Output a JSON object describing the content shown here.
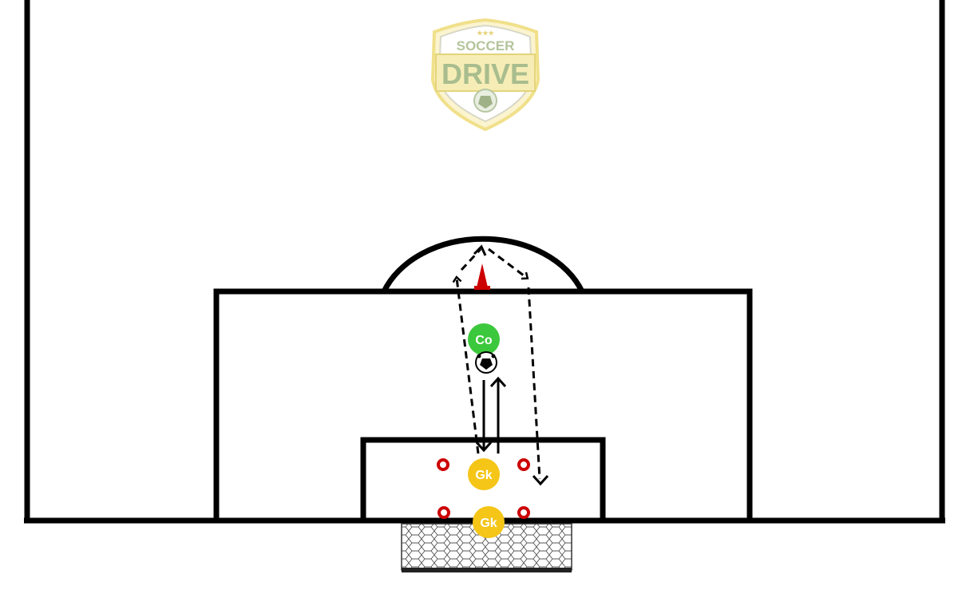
{
  "logo": {
    "line1": "SOCCER",
    "line2": "DRIVE",
    "stars": "★★★",
    "colors": {
      "shield": "#f3e7a6",
      "text": "#b9c9a4",
      "outline": "#d7d7c8"
    }
  },
  "players": [
    {
      "label": "Co",
      "role": "coach",
      "color": "#3cc83c"
    },
    {
      "label": "Gk",
      "role": "goalkeeper-active",
      "color": "#f5c517"
    },
    {
      "label": "Gk",
      "role": "goalkeeper-waiting",
      "color": "#f5c517"
    }
  ],
  "colors": {
    "lines": "#000000",
    "cone": "#cc0000",
    "marker": "#cc0000",
    "pitch": "#ffffff"
  },
  "equipment": {
    "cone": "cone-icon",
    "ball": "soccer-ball-icon",
    "markers": "disc-marker-icon",
    "goal": "goal-net-icon"
  }
}
